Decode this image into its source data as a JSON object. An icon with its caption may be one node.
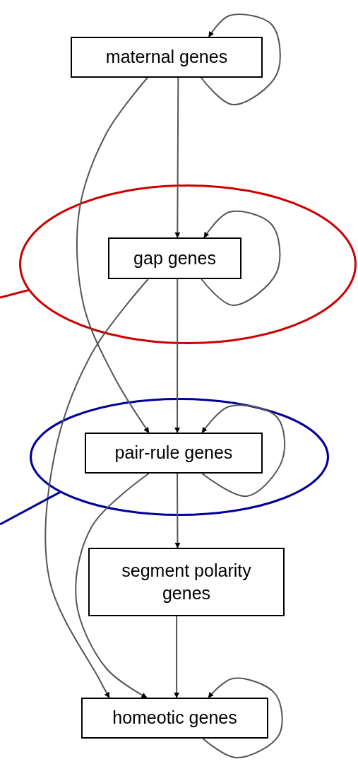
{
  "diagram": {
    "nodes": [
      {
        "text": [
          "maternal genes"
        ]
      },
      {
        "text": [],
        "shape": "ellipse"
      },
      {
        "text": [
          "gap genes"
        ],
        "in": 1
      },
      {
        "text": [],
        "shape": "ellipse"
      },
      {
        "text": [
          "pair-rule genes"
        ],
        "in": 3
      },
      {
        "text": [
          "segment polarity genes"
        ]
      },
      {
        "text": [
          "homeotic genes"
        ]
      }
    ],
    "edges": [
      {
        "from": 0,
        "to": 0,
        "arrow": "to"
      },
      {
        "from": 0,
        "to": 2,
        "arrow": "to"
      },
      {
        "from": 0,
        "to": 4,
        "arrow": "to"
      },
      {
        "from": 2,
        "to": 2,
        "arrow": "to"
      },
      {
        "from": 2,
        "to": 4,
        "arrow": "to"
      },
      {
        "from": 2,
        "to": 6,
        "arrow": "to"
      },
      {
        "from": 4,
        "to": 4,
        "arrow": "to"
      },
      {
        "from": 4,
        "to": 5,
        "arrow": "to"
      },
      {
        "from": 4,
        "to": 6,
        "arrow": "to"
      },
      {
        "from": 5,
        "to": 6,
        "arrow": "to"
      },
      {
        "from": 6,
        "to": 6,
        "arrow": "to"
      },
      {
        "from": null,
        "to": 1,
        "arrow": "none",
        "color": "#cc0000"
      },
      {
        "from": null,
        "to": 3,
        "arrow": "none",
        "color": "#000099"
      }
    ]
  }
}
